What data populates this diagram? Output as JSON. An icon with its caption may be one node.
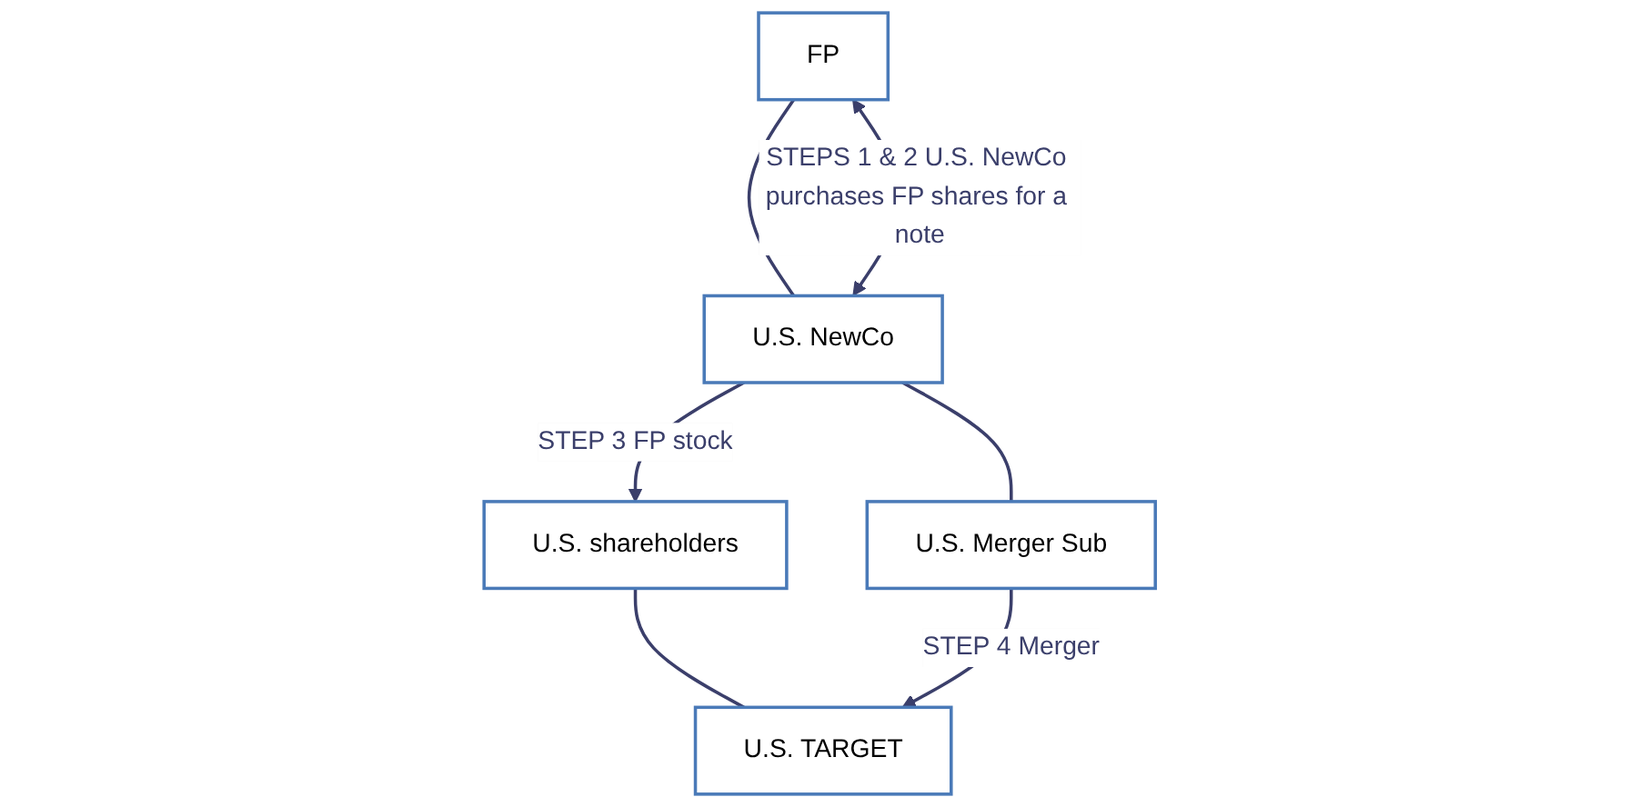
{
  "diagram": {
    "nodes": [
      {
        "text": [
          "FP"
        ]
      },
      {
        "text": [
          "U.S. NewCo"
        ]
      },
      {
        "text": [
          "U.S. Merger Sub"
        ]
      },
      {
        "text": [
          "U.S. shareholders"
        ]
      },
      {
        "text": [
          "U.S. TARGET"
        ]
      }
    ],
    "edges": [
      {
        "from": 0,
        "to": 1,
        "arrow": "none"
      },
      {
        "from": 1,
        "to": 0,
        "arrow": "both",
        "label": "STEPS 1 & 2 U.S. NewCo purchases FP shares for a note"
      },
      {
        "from": 1,
        "to": 2,
        "arrow": "none"
      },
      {
        "from": 1,
        "to": 3,
        "arrow": "to",
        "label": "STEP 3 FP stock"
      },
      {
        "from": 3,
        "to": 4,
        "arrow": "none"
      },
      {
        "from": 2,
        "to": 4,
        "arrow": "to",
        "label": "STEP 4 Merger"
      }
    ]
  }
}
